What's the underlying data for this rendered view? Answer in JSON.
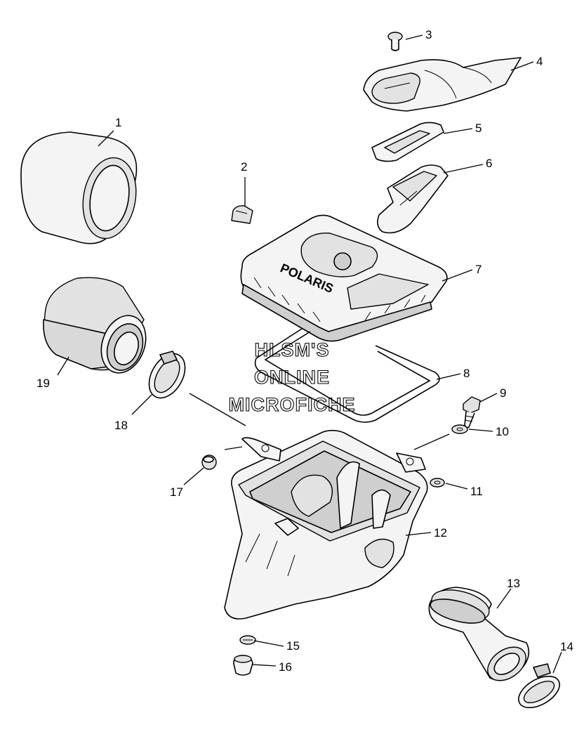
{
  "callouts": [
    "1",
    "2",
    "3",
    "4",
    "5",
    "6",
    "7",
    "8",
    "9",
    "10",
    "11",
    "12",
    "13",
    "14",
    "15",
    "16",
    "17",
    "18",
    "19"
  ],
  "watermark": {
    "line1": "HLSM'S",
    "line2": "ONLINE",
    "line3": "MICROFICHE"
  },
  "lid_logo": "POLARIS"
}
